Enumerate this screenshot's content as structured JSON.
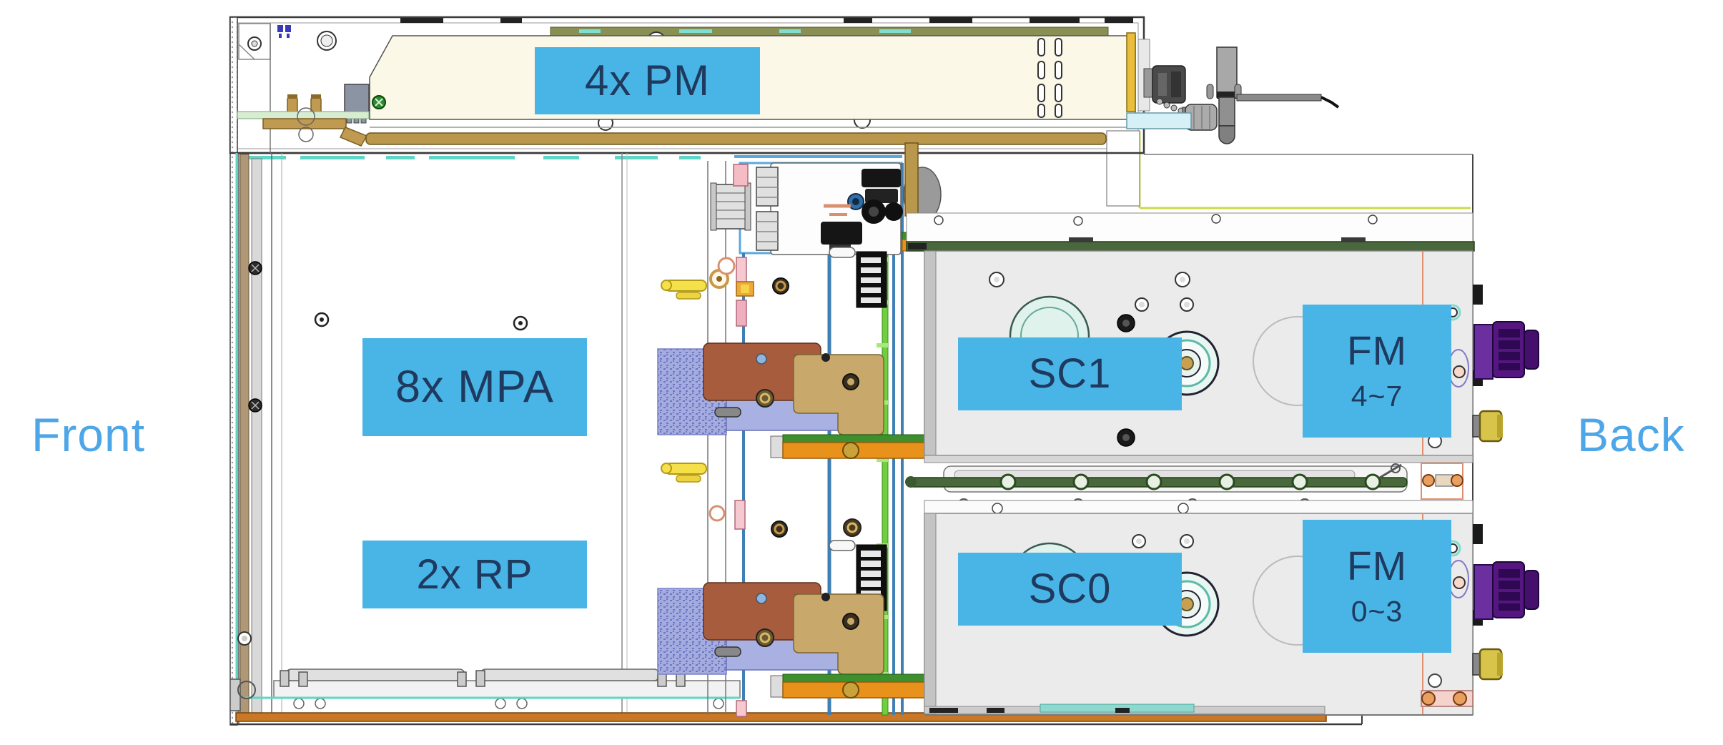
{
  "diagram": {
    "callouts": {
      "pm": "4x PM",
      "mpa": "8x MPA",
      "rp": "2x RP",
      "sc1": "SC1",
      "sc0": "SC0",
      "fm_top": {
        "line1": "FM",
        "line2": "4~7"
      },
      "fm_bottom": {
        "line1": "FM",
        "line2": "0~3"
      }
    },
    "orientation": {
      "left": "Front",
      "right": "Back"
    },
    "colors": {
      "callout_bg": "#49B5E7",
      "callout_text": "#1F3A5E",
      "orientation_text": "#4DA6E8"
    }
  }
}
